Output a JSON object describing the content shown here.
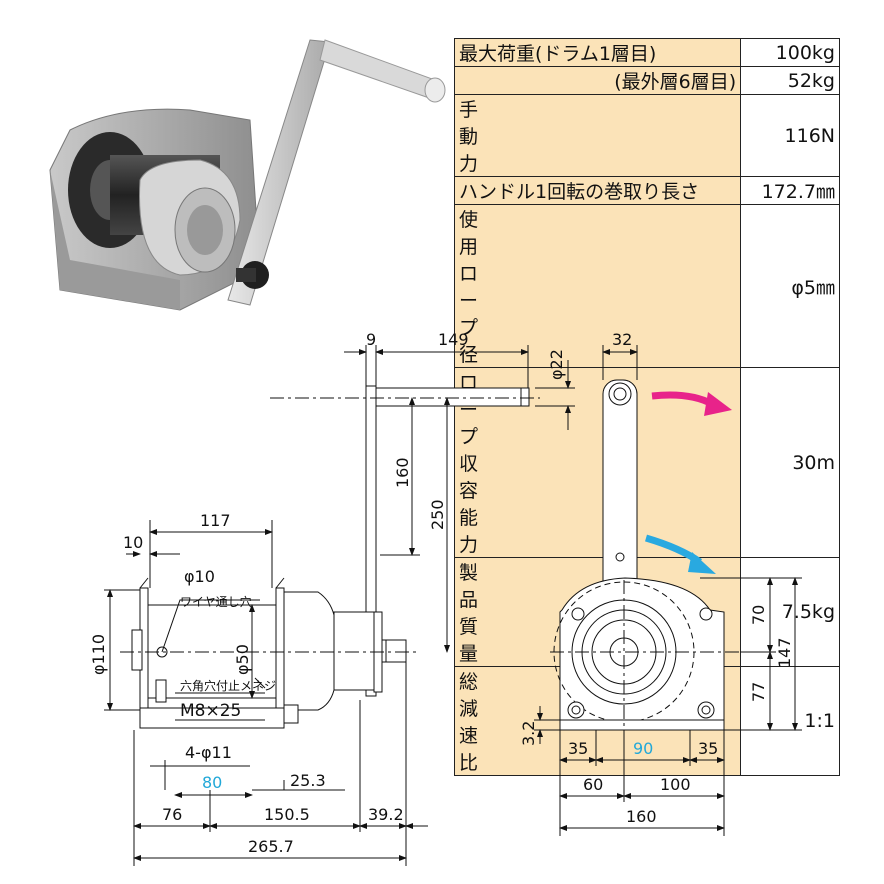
{
  "spec_table": {
    "rows": [
      {
        "label": "最大荷重(ドラム1層目)",
        "value": "100kg"
      },
      {
        "label": "(最外層6層目)",
        "value": "52kg"
      },
      {
        "label": "手動力",
        "value": "116N"
      },
      {
        "label": "ハンドル1回転の巻取り長さ",
        "value": "172.7㎜"
      },
      {
        "label": "使用ロープ径",
        "value": "φ5㎜"
      },
      {
        "label": "ロープ収容能力",
        "value": "30m"
      },
      {
        "label": "製品質量",
        "value": "7.5kg"
      },
      {
        "label": "総減速比",
        "value": "1:1"
      }
    ]
  },
  "side_view": {
    "labels": {
      "handle_offset": "9",
      "handle_length": "149",
      "handle_dia": "φ22",
      "arm_160": "160",
      "arm_250": "250",
      "width_117": "117",
      "flange_10": "10",
      "hole_dia": "φ10",
      "wire_hole": "ワイヤ通し穴",
      "drum_110": "φ110",
      "drum_50": "φ50",
      "stop_screw": "六角穴付止メネジ",
      "screw_size": "M8×25",
      "mount_holes": "4-φ11",
      "dim_80": "80",
      "dim_25_3": "25.3",
      "dim_76": "76",
      "dim_150_5": "150.5",
      "dim_39_2": "39.2",
      "dim_265_7": "265.7"
    }
  },
  "front_view": {
    "labels": {
      "dim_32": "32",
      "dim_70": "70",
      "dim_147": "147",
      "dim_77": "77",
      "dim_3_2": "3.2",
      "dim_35a": "35",
      "dim_90": "90",
      "dim_35b": "35",
      "dim_60": "60",
      "dim_100": "100",
      "dim_160": "160"
    }
  },
  "colors": {
    "accent_blue": "#22a8d8",
    "magenta_arrow": "#e8238a",
    "cyan_arrow": "#29a9e0",
    "table_fill": "#fbe3b8"
  }
}
